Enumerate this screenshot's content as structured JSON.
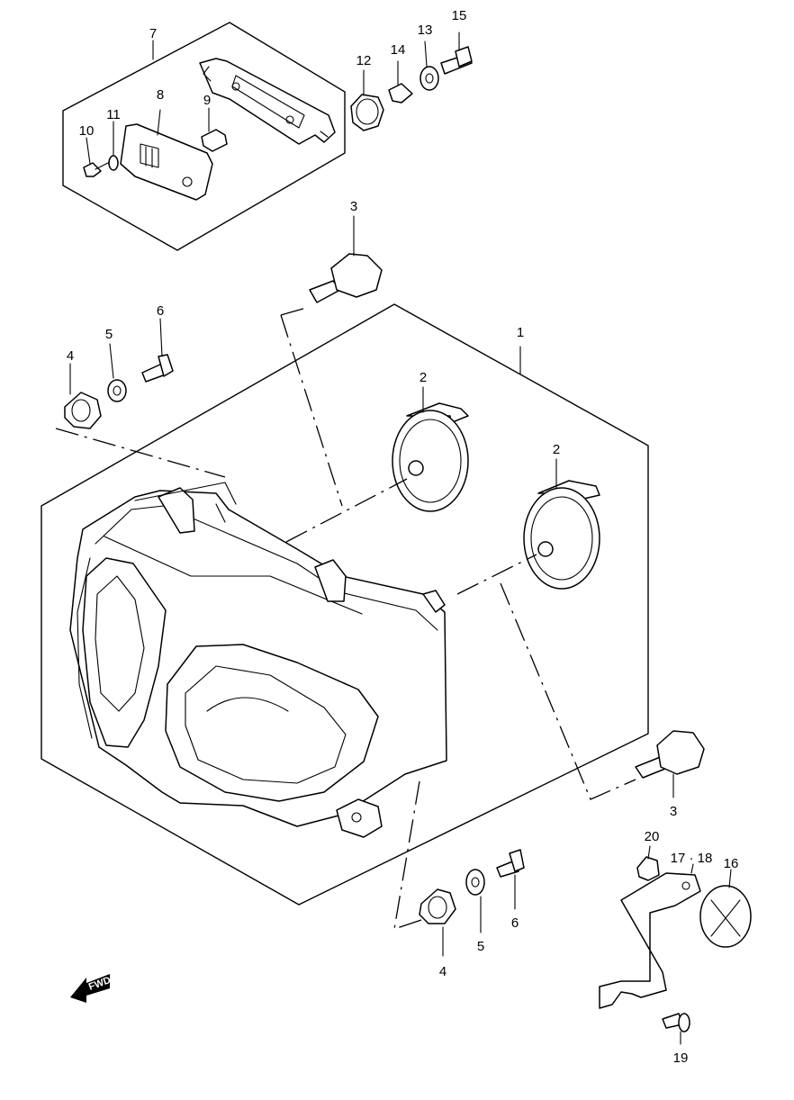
{
  "callouts": {
    "c1": "1",
    "c2a": "2",
    "c2b": "2",
    "c3a": "3",
    "c3b": "3",
    "c4a": "4",
    "c4b": "4",
    "c5a": "5",
    "c5b": "5",
    "c6a": "6",
    "c6b": "6",
    "c7": "7",
    "c8": "8",
    "c9": "9",
    "c10": "10",
    "c11": "11",
    "c12": "12",
    "c13": "13",
    "c14": "14",
    "c15": "15",
    "c16": "16",
    "c17_18": "17 · 18",
    "c19": "19",
    "c20": "20"
  },
  "direction_badge": {
    "label": "FWD",
    "icon": "forward-arrow-icon"
  }
}
